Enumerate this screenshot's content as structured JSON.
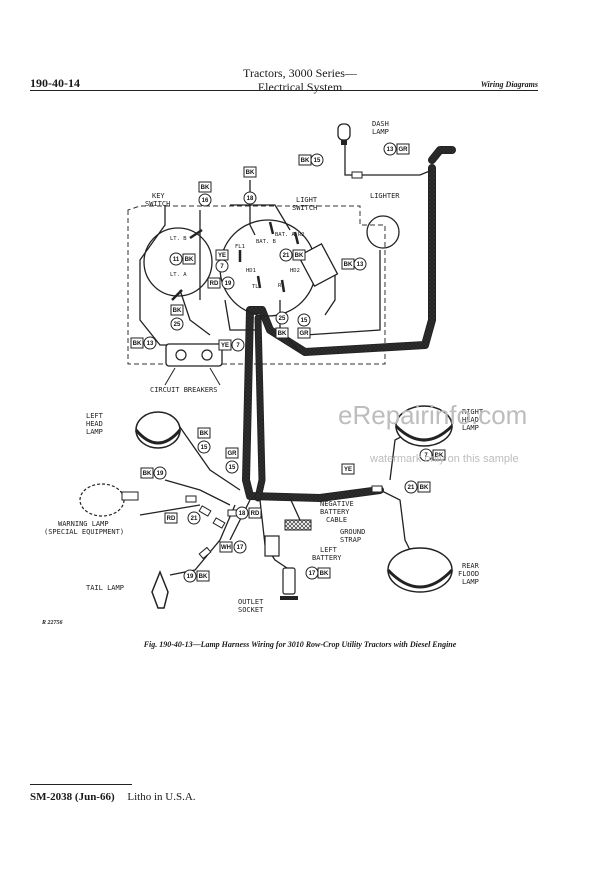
{
  "header": {
    "page_number": "190-40-14",
    "title_line1": "Tractors, 3000 Series—",
    "title_line2": "Electrical System",
    "section": "Wiring Diagrams"
  },
  "labels": {
    "dash_lamp_1": "DASH",
    "dash_lamp_2": "LAMP",
    "key_switch_1": "KEY",
    "key_switch_2": "SWITCH",
    "light_switch_1": "LIGHT",
    "light_switch_2": "SWITCH",
    "lighter": "LIGHTER",
    "circuit_breakers": "CIRCUIT BREAKERS",
    "left_head_lamp_1": "LEFT",
    "left_head_lamp_2": "HEAD",
    "left_head_lamp_3": "LAMP",
    "right_head_lamp_1": "RIGHT",
    "right_head_lamp_2": "HEAD",
    "right_head_lamp_3": "LAMP",
    "warning_lamp_1": "WARNING LAMP",
    "warning_lamp_2": "(SPECIAL EQUIPMENT)",
    "neg_cable_1": "NEGATIVE",
    "neg_cable_2": "BATTERY",
    "neg_cable_3": "CABLE",
    "ground_strap_1": "GROUND",
    "ground_strap_2": "STRAP",
    "left_battery_1": "LEFT",
    "left_battery_2": "BATTERY",
    "rear_flood_1": "REAR",
    "rear_flood_2": "FLOOD",
    "rear_flood_3": "LAMP",
    "tail_lamp": "TAIL LAMP",
    "outlet_socket_1": "OUTLET",
    "outlet_socket_2": "SOCKET",
    "lt_b": "LT. B",
    "lt_a": "LT. A",
    "bat_a": "BAT. A",
    "bat_b": "BAT. B",
    "fl1": "FL1",
    "hd1": "HD1",
    "hd2": "HD2",
    "tl": "TL",
    "r1": "R1",
    "r2": "R2"
  },
  "wire_tags": {
    "n15": "15",
    "n13": "13",
    "n16": "16",
    "n11": "11",
    "n7": "7",
    "n19": "19",
    "n21": "21",
    "n25": "25",
    "n18": "18",
    "n17": "17",
    "BK": "BK",
    "GR": "GR",
    "YE": "YE",
    "RD": "RD",
    "WH": "WH"
  },
  "watermark": {
    "site": "eRepairinfo.com",
    "note": "watermark only on this sample"
  },
  "ref_code": "R 22756",
  "caption": "Fig. 190-40-13—Lamp Harness Wiring for 3010 Row-Crop Utility Tractors with Diesel Engine",
  "footer": {
    "code": "SM-2038   (Jun-66)",
    "litho": "Litho in U.S.A."
  }
}
